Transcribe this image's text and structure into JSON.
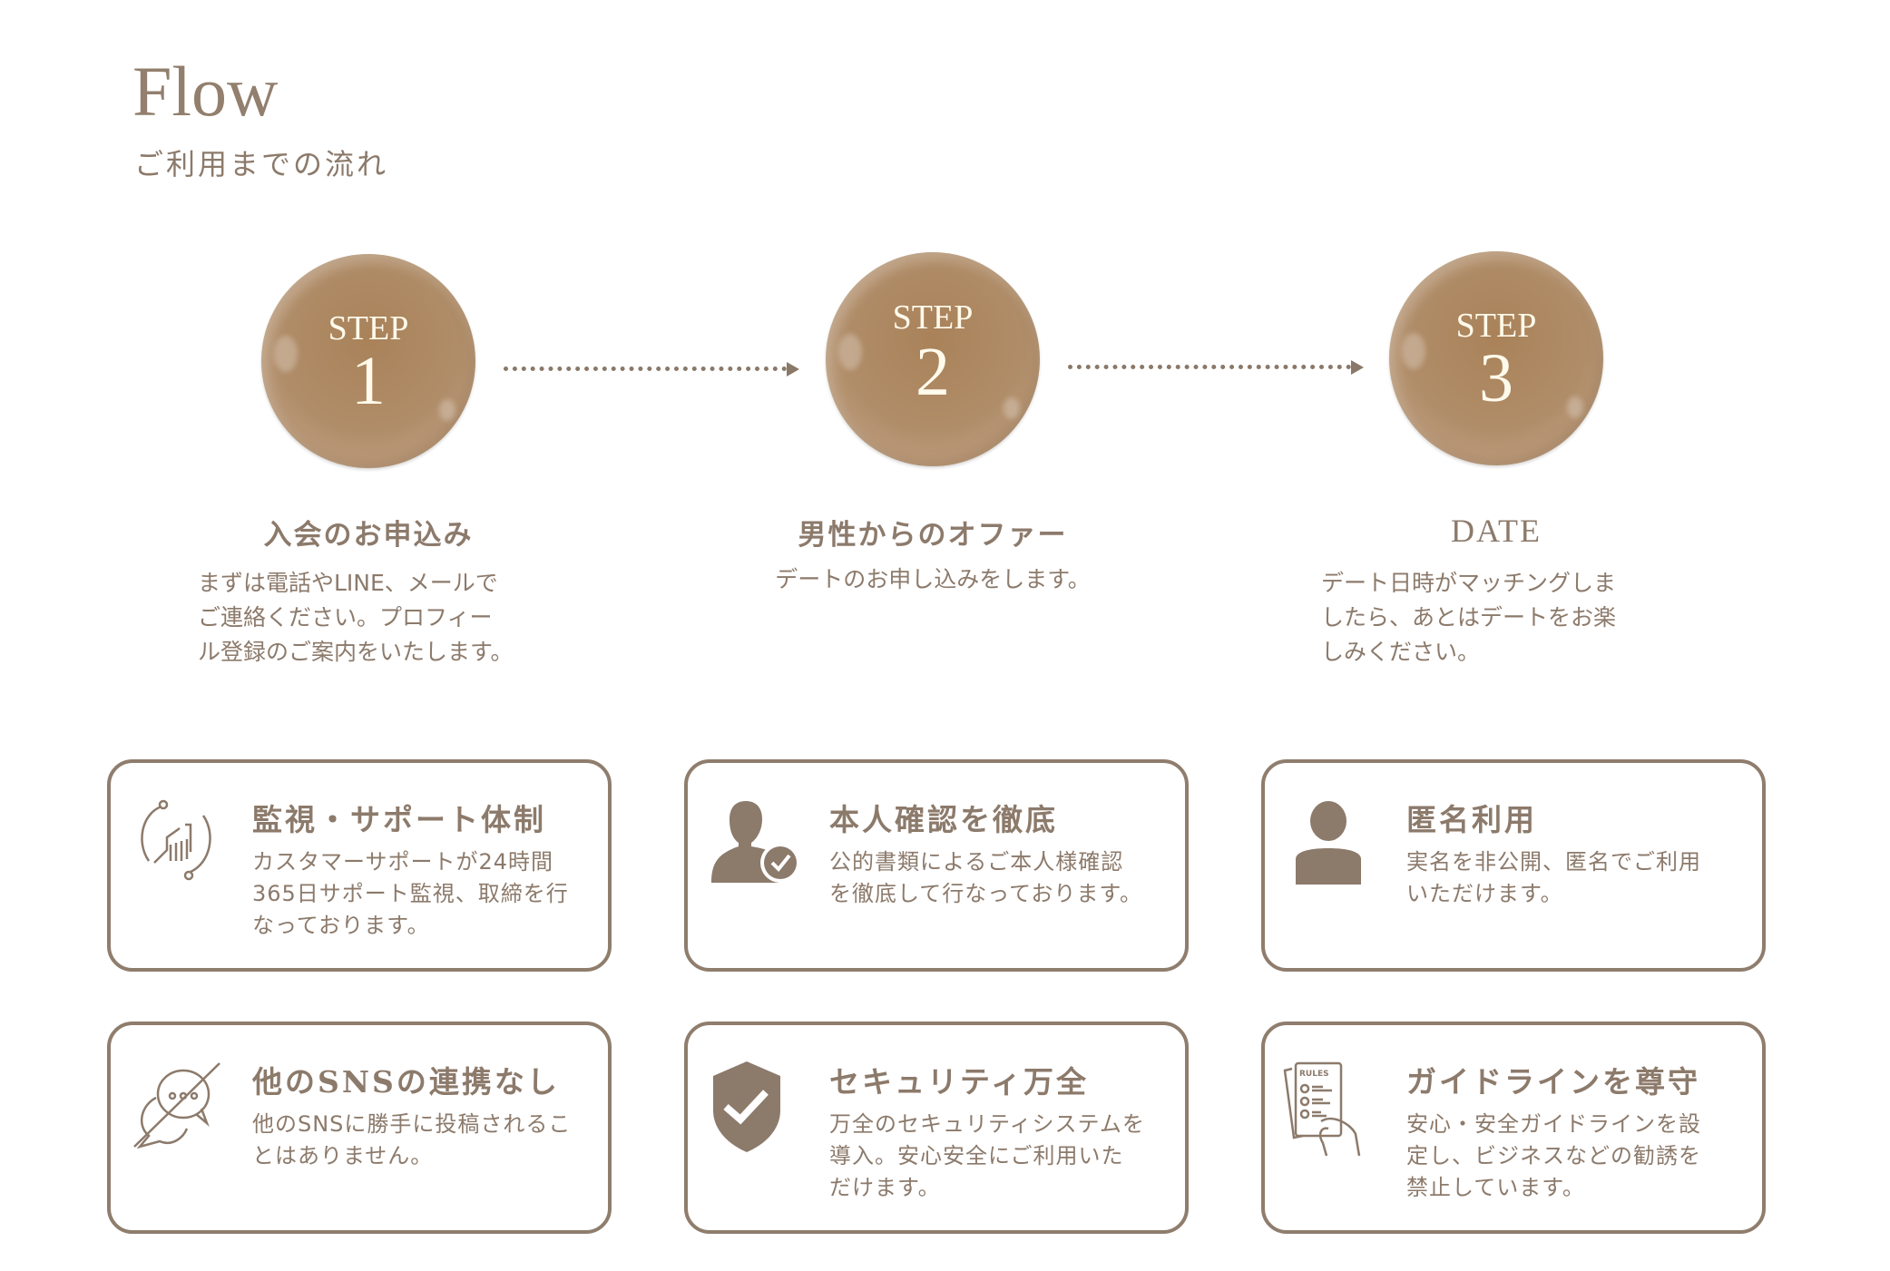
{
  "header": {
    "title": "Flow",
    "subtitle": "ご利用までの流れ"
  },
  "steps": [
    {
      "label": "STEP",
      "number": "1",
      "title": "入会のお申込み",
      "desc": [
        "まずは電話やLINE、メールで",
        "ご連絡ください。プロフィー",
        "ル登録のご案内をいたします。"
      ]
    },
    {
      "label": "STEP",
      "number": "2",
      "title": "男性からのオファー",
      "desc": [
        "デートのお申し込みをします。"
      ]
    },
    {
      "label": "STEP",
      "number": "3",
      "title": "DATE",
      "desc": [
        "デート日時がマッチングしま",
        "したら、あとはデートをお楽",
        "しみください。"
      ]
    }
  ],
  "features": [
    {
      "icon": "support-hand-icon",
      "title": "監視・サポート体制",
      "desc": [
        "カスタマーサポートが24時間",
        "365日サポート監視、取締を行",
        "なっております。"
      ]
    },
    {
      "icon": "user-verified-icon",
      "title": "本人確認を徹底",
      "desc": [
        "公的書類によるご本人様確認",
        "を徹底して行なっております。"
      ]
    },
    {
      "icon": "user-icon",
      "title": "匿名利用",
      "desc": [
        "実名を非公開、匿名でご利用",
        "いただけます。"
      ]
    },
    {
      "icon": "no-sns-icon",
      "title": "他のSNSの連携なし",
      "desc": [
        "他のSNSに勝手に投稿されるこ",
        "とはありません。"
      ]
    },
    {
      "icon": "shield-check-icon",
      "title": "セキュリティ万全",
      "desc": [
        "万全のセキュリティシステムを",
        "導入。安心安全にご利用いた",
        "だけます。"
      ]
    },
    {
      "icon": "rules-icon",
      "title": "ガイドラインを尊守",
      "desc": [
        "安心・安全ガイドラインを設",
        "定し、ビジネスなどの勧誘を",
        "禁止しています。"
      ],
      "icon_text": "RULES"
    }
  ],
  "colors": {
    "text": "#8c7a6b",
    "border": "#8f7d6d",
    "circle": "#b08d69",
    "circle_text": "#fffaeb"
  }
}
